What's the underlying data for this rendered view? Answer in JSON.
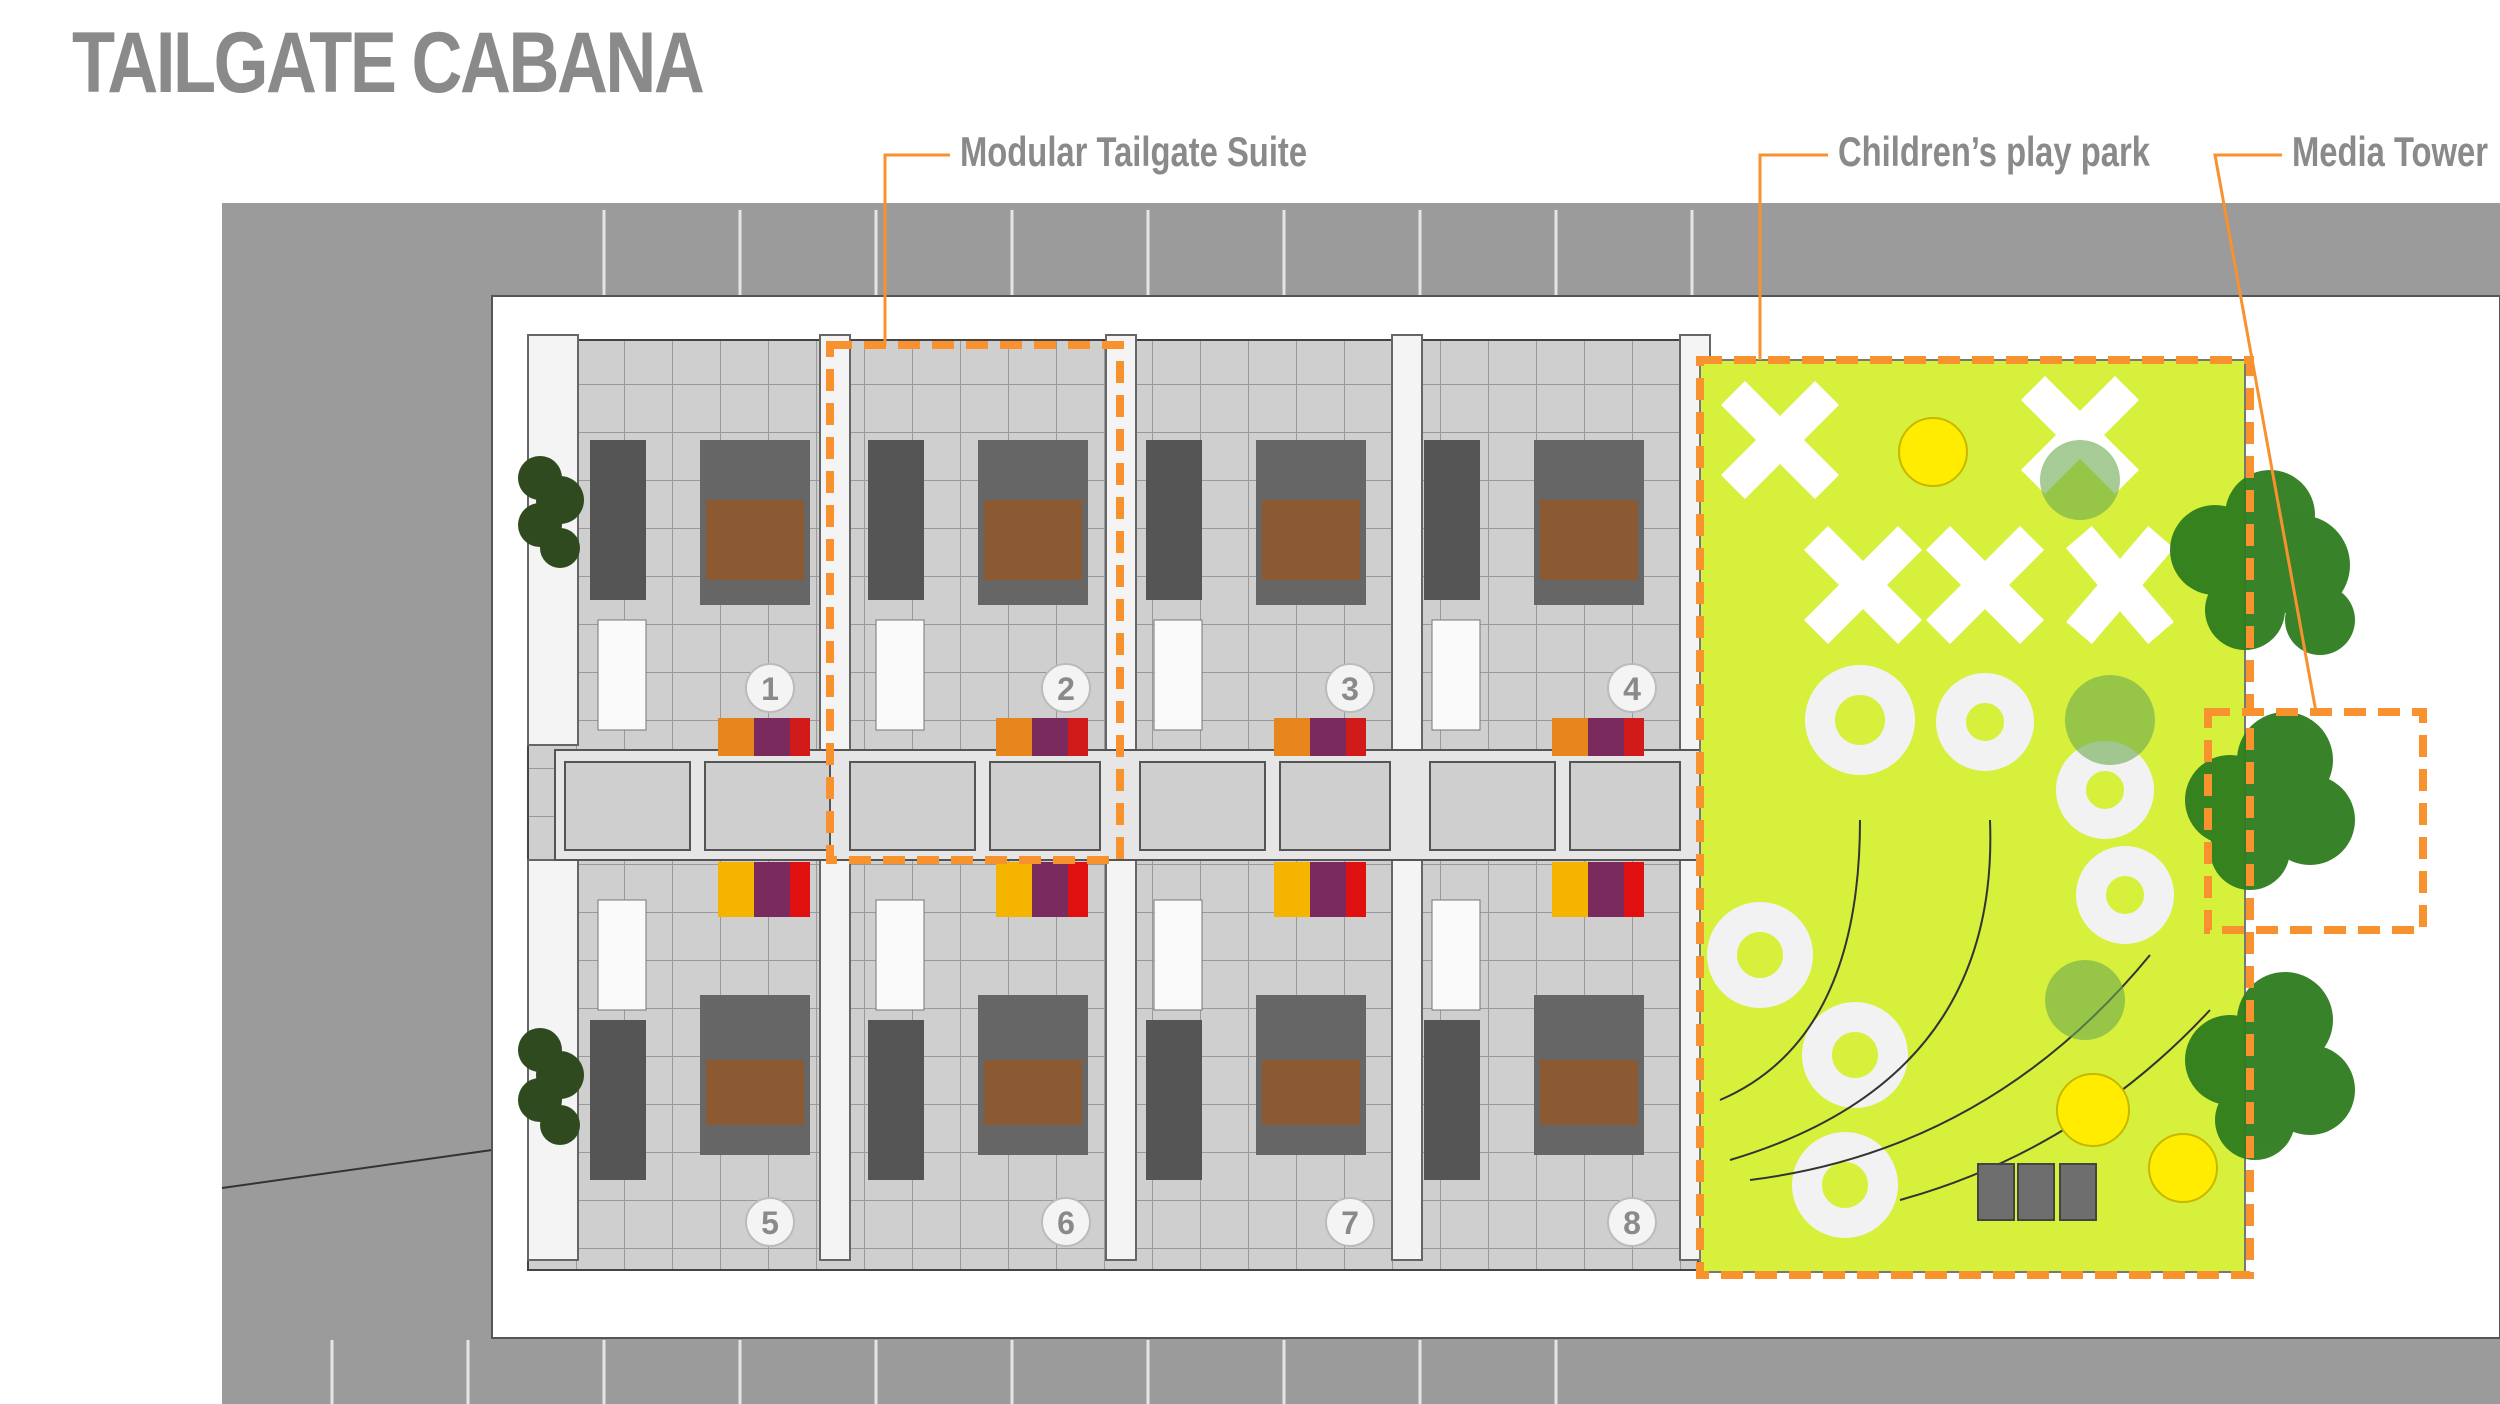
{
  "title": "TAILGATE CABANA",
  "callouts": {
    "suite": "Modular Tailgate Suite",
    "park": "Children’s play park",
    "tower": "Media Tower"
  },
  "suites": {
    "top": [
      "1",
      "2",
      "3",
      "4"
    ],
    "bottom": [
      "5",
      "6",
      "7",
      "8"
    ]
  },
  "colors": {
    "accent": "#f7922e",
    "lawn": "#d7f03c",
    "pavement": "#999999",
    "ball": "#ffec00",
    "title_text": "#8a8a8a",
    "seat_orange": "#e8861e",
    "seat_purple": "#7b2a5e",
    "seat_red": "#d11a1a",
    "table_wood": "#8b5a32"
  }
}
